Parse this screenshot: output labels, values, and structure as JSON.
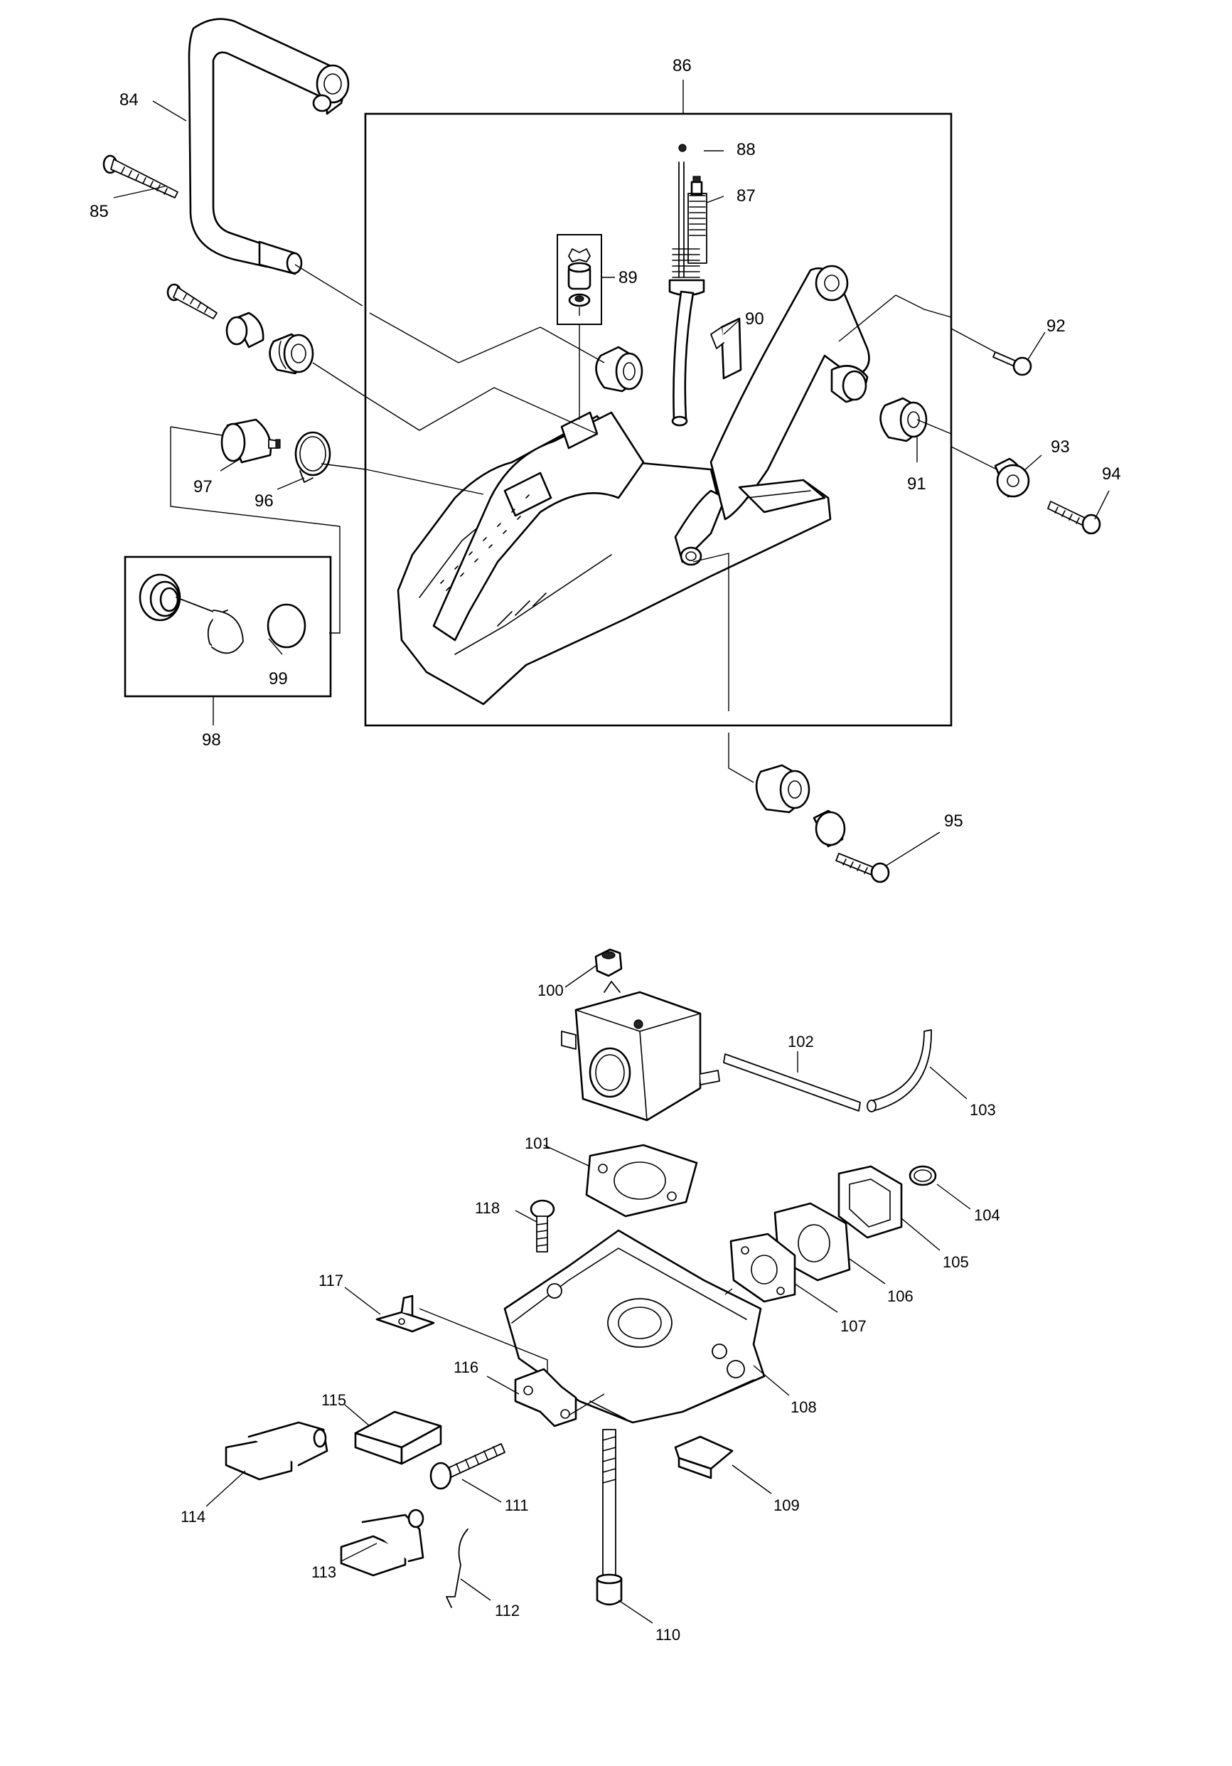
{
  "colors": {
    "line": "#000000",
    "background": "#ffffff"
  },
  "callouts": {
    "p84": "84",
    "p85": "85",
    "p86": "86",
    "p87": "87",
    "p88": "88",
    "p89": "89",
    "p90": "90",
    "p91": "91",
    "p92": "92",
    "p93": "93",
    "p94": "94",
    "p95": "95",
    "p96": "96",
    "p97": "97",
    "p98": "98",
    "p99": "99",
    "p100": "100",
    "p101": "101",
    "p102": "102",
    "p103": "103",
    "p104": "104",
    "p105": "105",
    "p106": "106",
    "p107": "107",
    "p108": "108",
    "p109": "109",
    "p110": "110",
    "p111": "111",
    "p112": "112",
    "p113": "113",
    "p114": "114",
    "p115": "115",
    "p116": "116",
    "p117": "117",
    "p118": "118"
  }
}
